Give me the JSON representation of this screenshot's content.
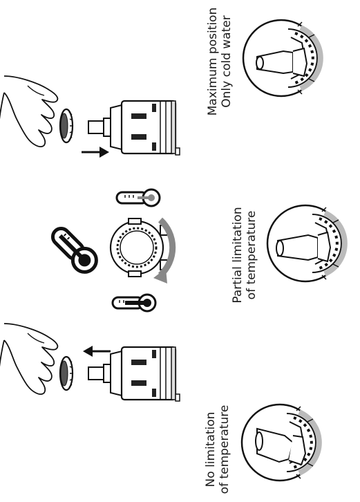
{
  "captions": {
    "max": {
      "line1": "Maximum position",
      "line2": "Only cold water"
    },
    "partial": {
      "line1": "Partial limitation",
      "line2": "of temperature"
    },
    "none": {
      "line1": "No limitation",
      "line2": "of temperature"
    }
  }
}
